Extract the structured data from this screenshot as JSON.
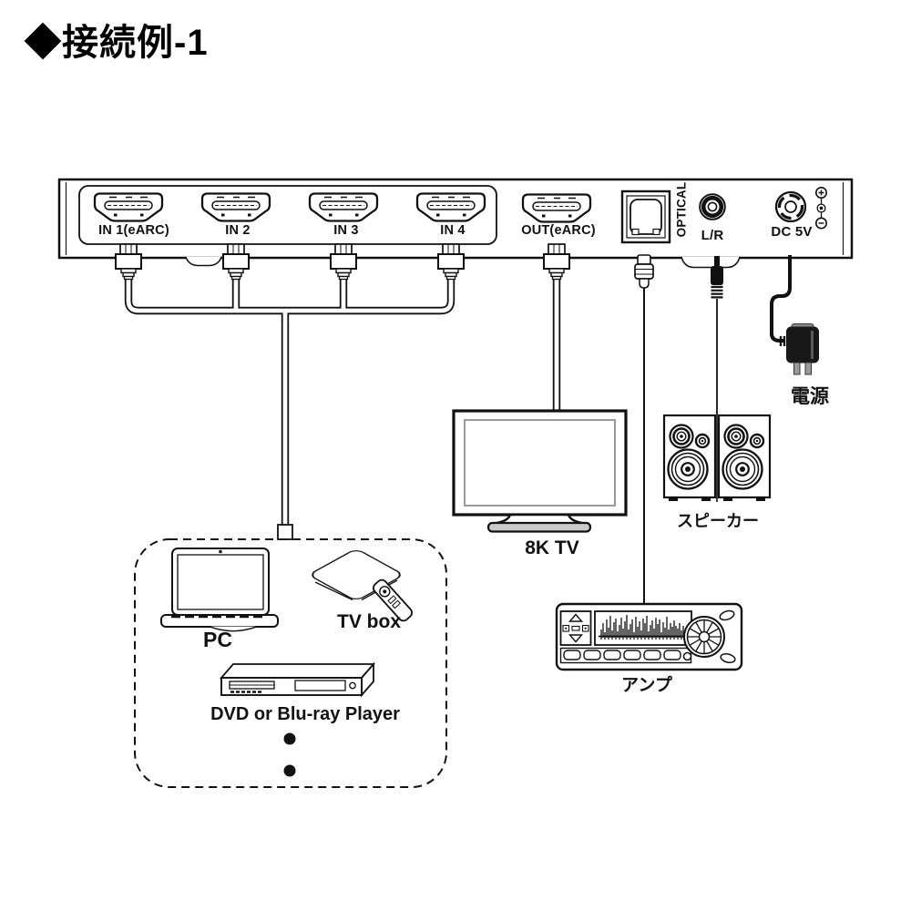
{
  "title": "◆接続例-1",
  "panel": {
    "ports": [
      {
        "label": "IN 1(eARC)",
        "type": "hdmi-input"
      },
      {
        "label": "IN 2",
        "type": "hdmi-input"
      },
      {
        "label": "IN 3",
        "type": "hdmi-input"
      },
      {
        "label": "IN 4",
        "type": "hdmi-input"
      },
      {
        "label": "OUT(eARC)",
        "type": "hdmi-output"
      },
      {
        "label": "OPTICAL",
        "type": "optical-audio-output"
      },
      {
        "label": "L/R",
        "type": "analog-audio-output"
      },
      {
        "label": "DC 5V",
        "type": "power-input"
      }
    ]
  },
  "devices": {
    "tv": "8K TV",
    "speakers": "スピーカー",
    "power": "電源",
    "amp": "アンプ",
    "pc": "PC",
    "tvbox": "TV box",
    "dvd": "DVD or Blu-ray Player"
  },
  "colors": {
    "line": "#1a1a1a",
    "background": "#ffffff"
  }
}
